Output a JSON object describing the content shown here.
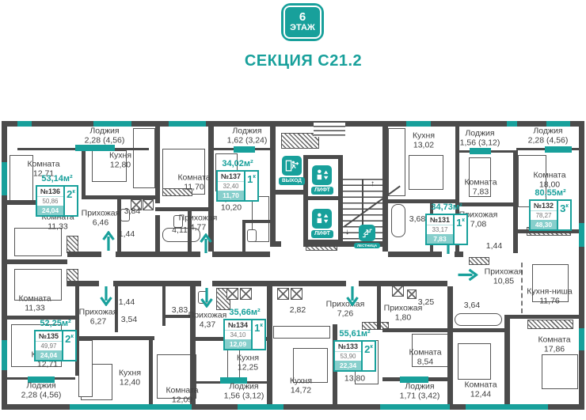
{
  "header": {
    "floor_number": "6",
    "floor_word": "ЭТАЖ",
    "section_title": "СЕКЦИЯ С21.2"
  },
  "colors": {
    "accent": "#18a09b",
    "wall": "#4b4b4b",
    "badge_area_bg": "#87cfcc"
  },
  "core": {
    "exit_label": "ВЫХОД",
    "lift_label": "ЛИФТ",
    "stairs_label": "ЛЕСТНИЦА"
  },
  "apartments": [
    {
      "number": "№136",
      "rooms": "2",
      "rooms_unit": "к",
      "total": "53,14м²",
      "area1": "50,86",
      "area2": "24,04"
    },
    {
      "number": "№137",
      "rooms": "1",
      "rooms_unit": "к",
      "total": "34,02м²",
      "area1": "32,40",
      "area2": "11,70"
    },
    {
      "number": "№131",
      "rooms": "1",
      "rooms_unit": "к",
      "total": "34,73м²",
      "area1": "33,17",
      "area2": "7,83"
    },
    {
      "number": "№132",
      "rooms": "3",
      "rooms_unit": "к",
      "total": "80,55м²",
      "area1": "78,27",
      "area2": "48,30"
    },
    {
      "number": "№133",
      "rooms": "2",
      "rooms_unit": "к",
      "total": "55,61м²",
      "area1": "53,90",
      "area2": "22,34"
    },
    {
      "number": "№134",
      "rooms": "1",
      "rooms_unit": "к",
      "total": "35,66м²",
      "area1": "34,10",
      "area2": "12,09"
    },
    {
      "number": "№135",
      "rooms": "2",
      "rooms_unit": "к",
      "total": "52,25м²",
      "area1": "49,97",
      "area2": "24,04"
    }
  ],
  "rooms": [
    {
      "n": "Лоджия",
      "a": "2,28 (4,56)"
    },
    {
      "n": "Комната",
      "a": "12,71"
    },
    {
      "n": "Кухня",
      "a": "12,80"
    },
    {
      "n": "Комната",
      "a": "11,70"
    },
    {
      "n": "Прихожая",
      "a": "6,46"
    },
    {
      "a": "3,84"
    },
    {
      "a": "1,44"
    },
    {
      "a": "4,11"
    },
    {
      "n": "Прихожая",
      "a": "4,77"
    },
    {
      "n": "Лоджия",
      "a": "1,62 (3,24)"
    },
    {
      "n": "Кухня",
      "a": "10,20"
    },
    {
      "n": "Кухня",
      "a": "13,02"
    },
    {
      "n": "Лоджия",
      "a": "1,56 (3,12)"
    },
    {
      "n": "Комната",
      "a": "7,83"
    },
    {
      "a": "3,68"
    },
    {
      "n": "Прихожая",
      "a": "7,08"
    },
    {
      "n": "Лоджия",
      "a": "2,28 (4,56)"
    },
    {
      "n": "Комната",
      "a": "18,00"
    },
    {
      "a": "1,44"
    },
    {
      "n": "Прихожая",
      "a": "10,85"
    },
    {
      "n": "Кухня-ниша",
      "a": "11,76"
    },
    {
      "a": "3,64"
    },
    {
      "n": "Комната",
      "a": "17,86"
    },
    {
      "n": "Комната",
      "a": "12,44"
    },
    {
      "n": "Комната",
      "a": "8,54"
    },
    {
      "n": "Прихожая",
      "a": "1,80"
    },
    {
      "a": "3,25"
    },
    {
      "n": "Лоджия",
      "a": "1,71 (3,42)"
    },
    {
      "n": "Прихожая",
      "a": "7,26"
    },
    {
      "n": "Комната",
      "a": "13,80"
    },
    {
      "n": "Кухня",
      "a": "14,72"
    },
    {
      "a": "2,82"
    },
    {
      "n": "Кухня",
      "a": "12,25"
    },
    {
      "n": "Лоджия",
      "a": "1,56 (3,12)"
    },
    {
      "n": "Прихожая",
      "a": "4,37"
    },
    {
      "n": "Комната",
      "a": "11,33"
    },
    {
      "n": "Комната",
      "a": "11,33"
    },
    {
      "n": "Комната",
      "a": "12,71"
    },
    {
      "n": "Лоджия",
      "a": "2,28 (4,56)"
    },
    {
      "n": "Прихожая",
      "a": "6,27"
    },
    {
      "a": "3,54"
    },
    {
      "n": "Кухня",
      "a": "12,40"
    },
    {
      "n": "Комната",
      "a": "12,09"
    },
    {
      "a": "3,83"
    },
    {
      "a": "1,44"
    }
  ]
}
